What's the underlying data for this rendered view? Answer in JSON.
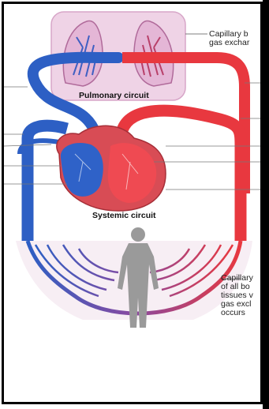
{
  "labels": {
    "pulmonary": "Pulmonary circuit",
    "systemic": "Systemic circuit",
    "capillary_top_line1": "Capillary b",
    "capillary_top_line2": "gas exchar",
    "capillary_bottom_line1": "Capillary",
    "capillary_bottom_line2": "of all bo",
    "capillary_bottom_line3": "tissues v",
    "capillary_bottom_line4": "gas excl",
    "capillary_bottom_line5": "occurs"
  },
  "colors": {
    "oxygen_poor": "#2d5fc4",
    "oxygen_rich": "#e8383f",
    "lung_tissue": "#e4b6d6",
    "lung_outline": "#b06a9a",
    "heart_muscle": "#d84c55",
    "body_silhouette": "#9a9a9a",
    "frame": "#000000"
  }
}
